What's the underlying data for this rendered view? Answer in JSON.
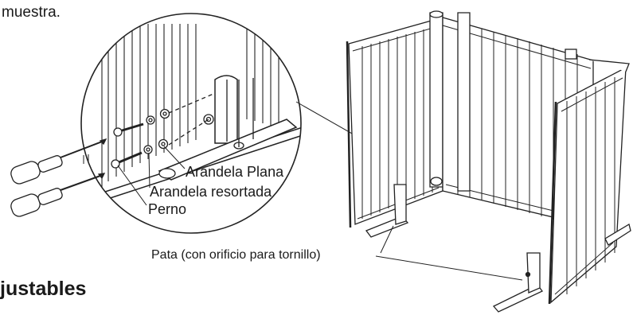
{
  "document": {
    "top_text": "muestra.",
    "heading": "justables"
  },
  "labels": {
    "flat_washer": "Arandela Plana",
    "spring_washer": "Arandela resortada",
    "bolt": "Perno",
    "leg": "Pata (con orificio para tornillo)"
  }
}
